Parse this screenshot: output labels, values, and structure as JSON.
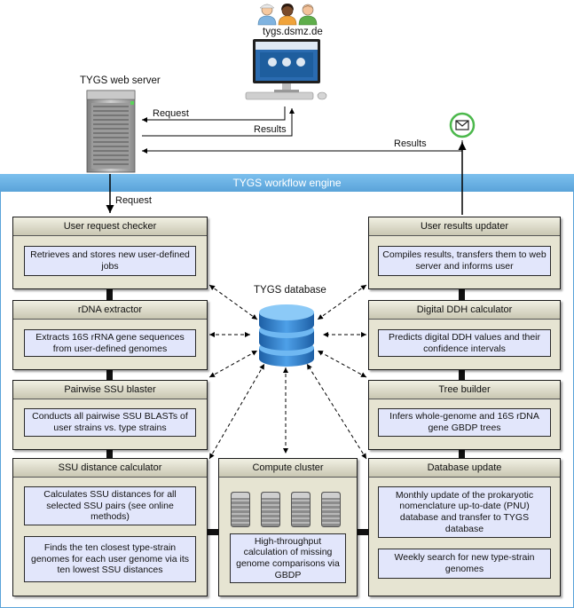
{
  "top": {
    "site_label": "tygs.dsmz.de",
    "server_label": "TYGS web server",
    "request_label": "Request",
    "results_label_1": "Results",
    "results_label_2": "Results",
    "request_label_2": "Request"
  },
  "engine": {
    "title": "TYGS workflow engine"
  },
  "database": {
    "label": "TYGS database"
  },
  "boxes": {
    "user_request_checker": {
      "title": "User request checker",
      "text": "Retrieves and stores new user-defined jobs"
    },
    "rdna_extractor": {
      "title": "rDNA extractor",
      "text": "Extracts 16S rRNA gene sequences from user-defined genomes"
    },
    "pairwise_ssu": {
      "title": "Pairwise SSU blaster",
      "text": "Conducts all pairwise SSU BLASTs of user strains vs. type strains"
    },
    "ssu_distance": {
      "title": "SSU distance calculator",
      "text1": "Calculates SSU distances for all selected SSU pairs (see online methods)",
      "text2": "Finds the ten closest type-strain genomes for each user genome via its ten lowest SSU distances"
    },
    "compute_cluster": {
      "title": "Compute cluster",
      "text": "High-throughput calculation of missing genome comparisons via GBDP"
    },
    "user_results_updater": {
      "title": "User results updater",
      "text": "Compiles results, transfers them to web server and informs user"
    },
    "digital_ddh": {
      "title": "Digital DDH calculator",
      "text": "Predicts digital DDH values and their confidence intervals"
    },
    "tree_builder": {
      "title": "Tree builder",
      "text": "Infers whole-genome and 16S rDNA gene GBDP trees"
    },
    "database_update": {
      "title": "Database update",
      "text1": "Monthly update of the prokaryotic nomenclature up-to-date (PNU) database and transfer to TYGS database",
      "text2": "Weekly search for new type-strain genomes"
    }
  },
  "icons": {
    "users": [
      "user-icon",
      "user-icon",
      "user-icon"
    ],
    "monitor": "computer-monitor-icon",
    "server": "server-tower-icon",
    "mail": "mail-icon",
    "database": "database-cylinder-icon",
    "cluster": "server-rack-icon"
  }
}
